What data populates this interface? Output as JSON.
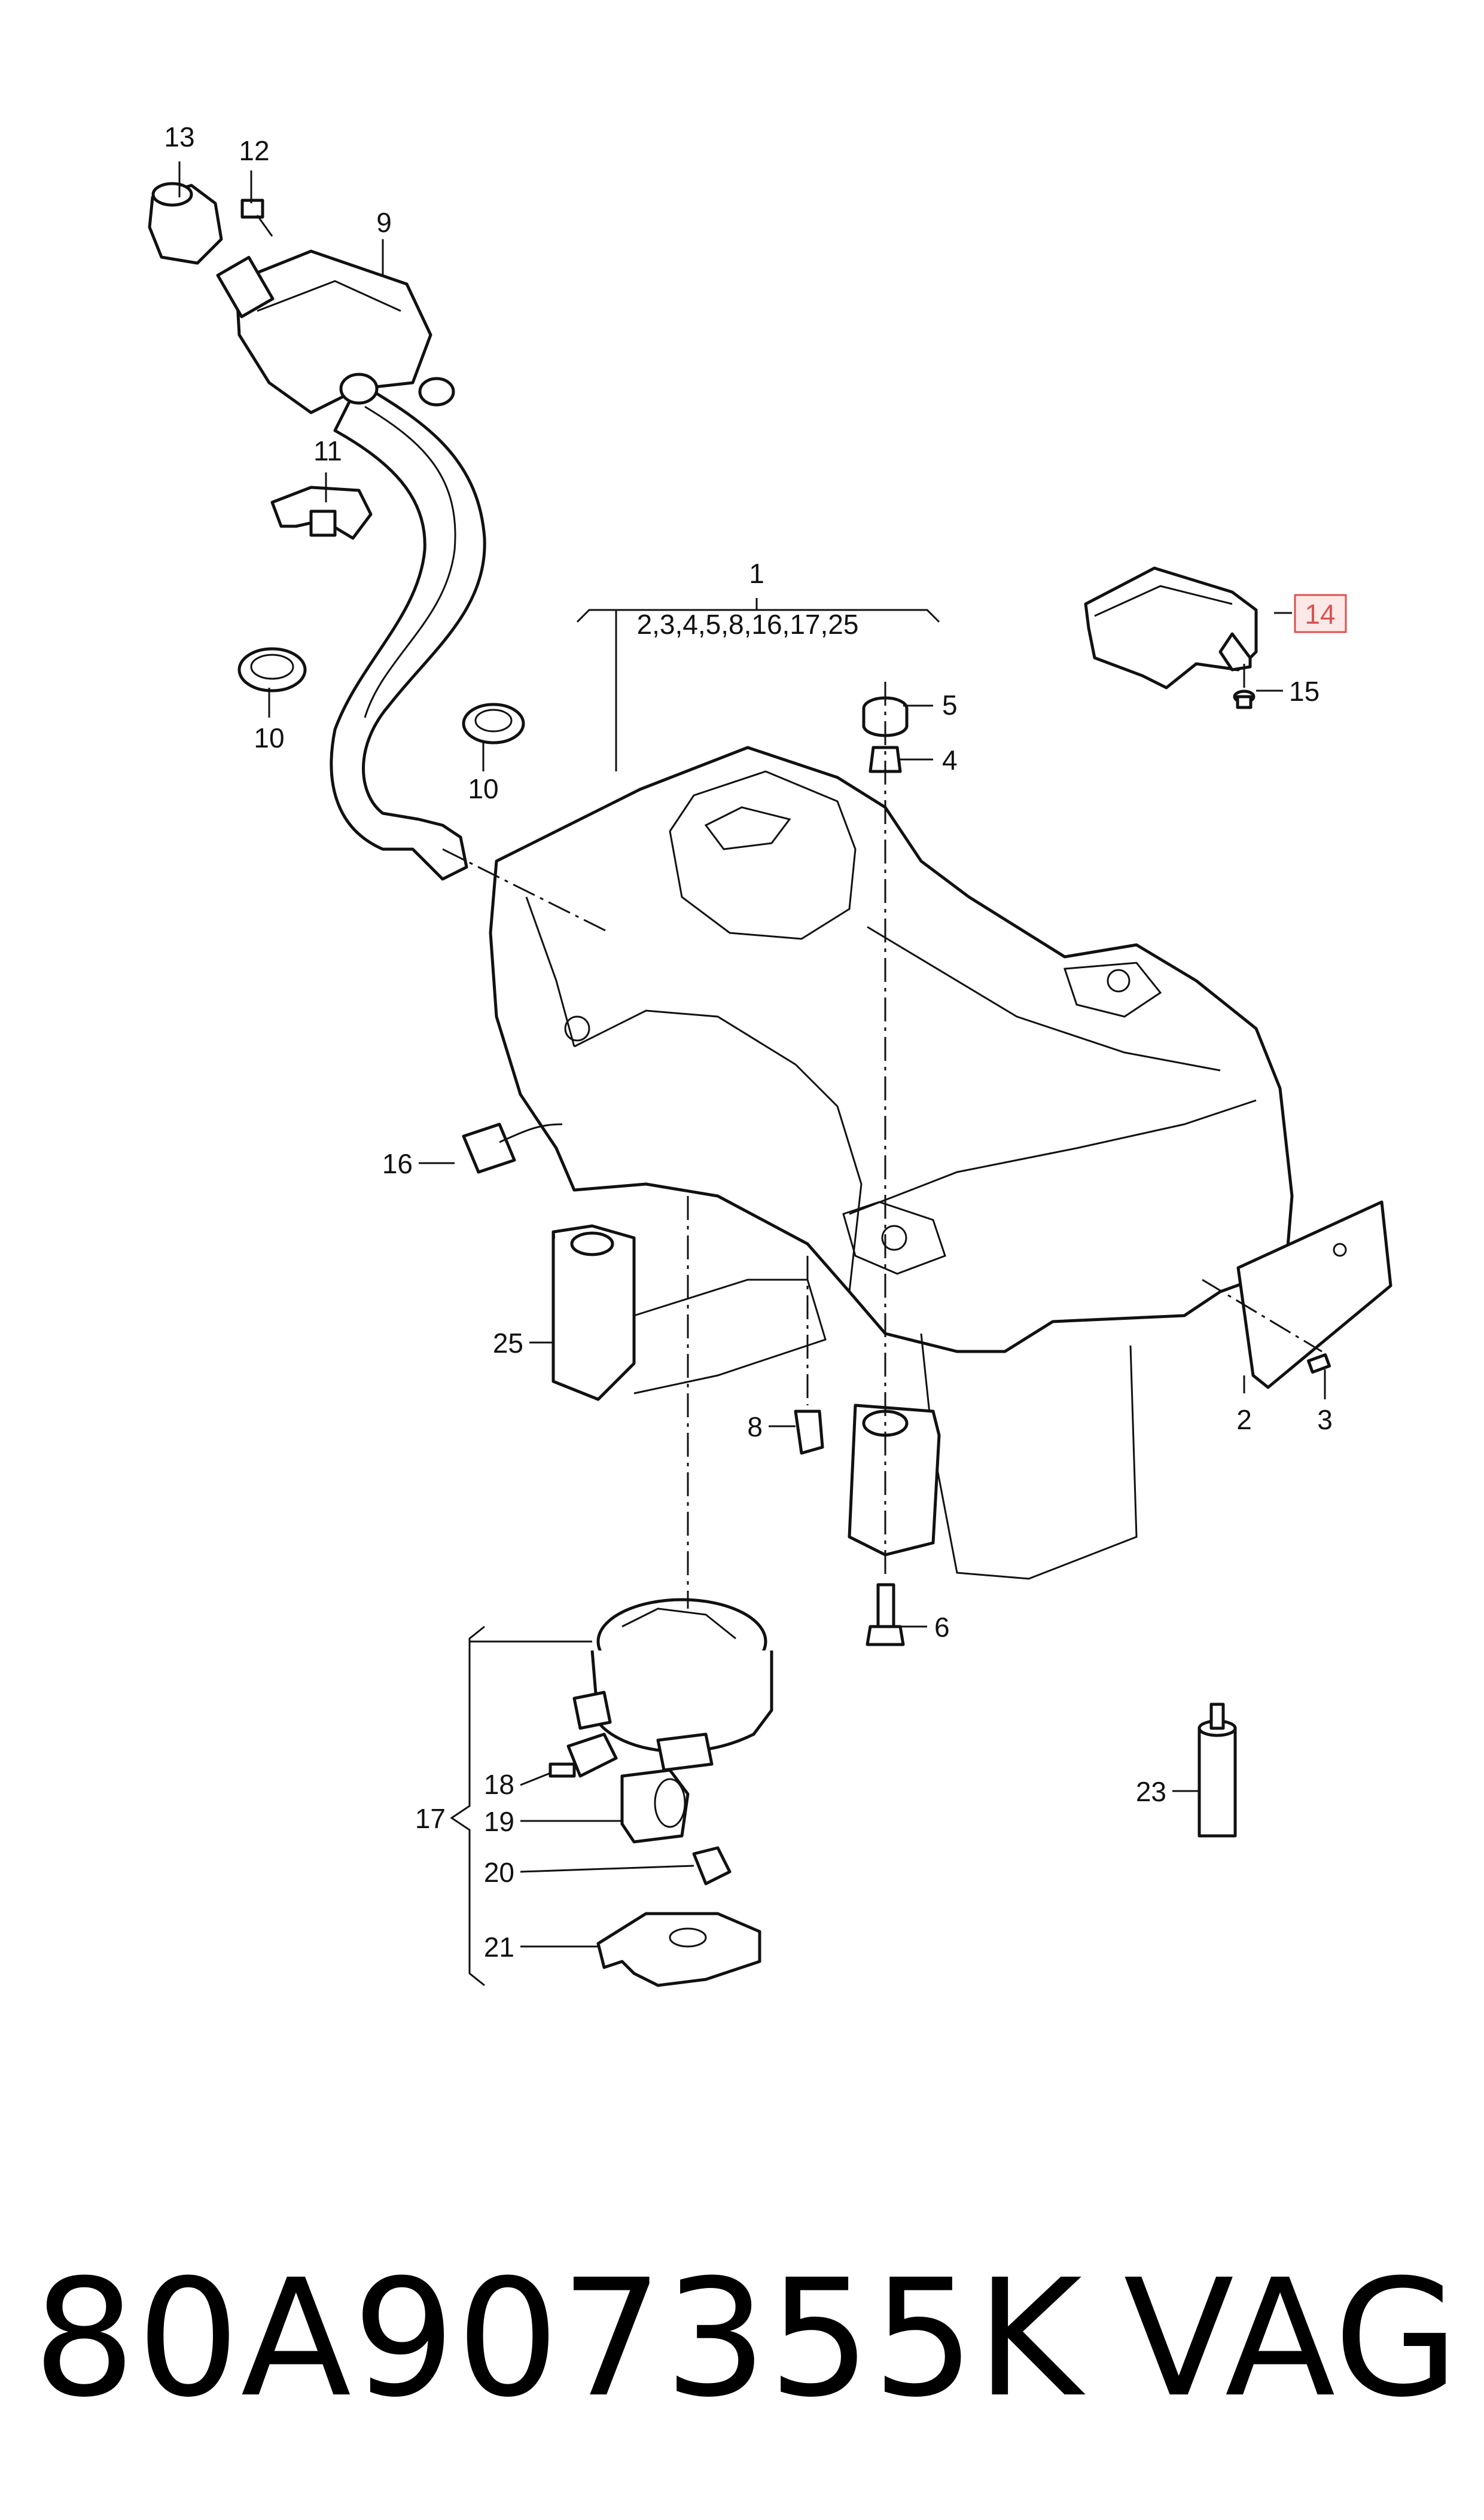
{
  "diagram": {
    "callouts": {
      "c1": "1",
      "c1_list": "2,3,4,5,8,16,17,25",
      "c2": "2",
      "c3": "3",
      "c4": "4",
      "c5": "5",
      "c6": "6",
      "c8": "8",
      "c9": "9",
      "c10a": "10",
      "c10b": "10",
      "c11": "11",
      "c12": "12",
      "c13": "13",
      "c14": "14",
      "c15": "15",
      "c16": "16",
      "c17": "17",
      "c18": "18",
      "c19": "19",
      "c20": "20",
      "c21": "21",
      "c23": "23",
      "c25": "25"
    },
    "highlight_color": "#d9534f"
  },
  "caption": {
    "part_number": "80A907355K",
    "brand": "VAG"
  }
}
